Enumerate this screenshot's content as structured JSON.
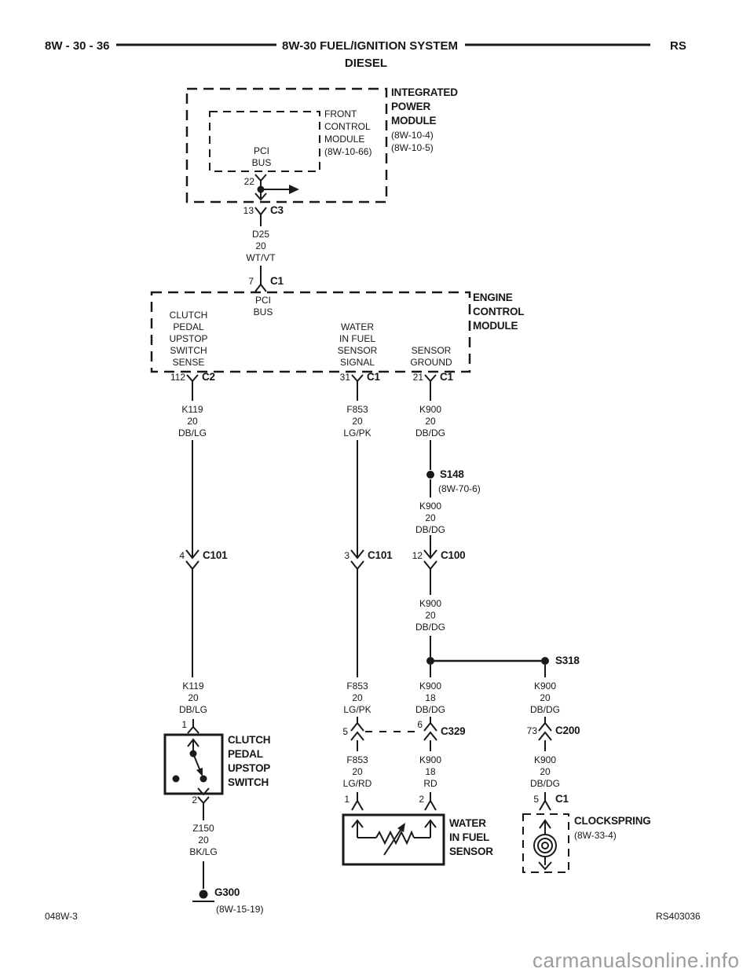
{
  "header": {
    "page_ref": "8W - 30 - 36",
    "title": "8W-30 FUEL/IGNITION SYSTEM",
    "subtitle": "DIESEL",
    "corner": "RS"
  },
  "ipm": {
    "title": [
      "INTEGRATED",
      "POWER",
      "MODULE"
    ],
    "refs": [
      "(8W-10-4)",
      "(8W-10-5)"
    ],
    "fcm": [
      "FRONT",
      "CONTROL",
      "MODULE",
      "(8W-10-66)"
    ],
    "pci_bus": [
      "PCI",
      "BUS"
    ],
    "pin22": "22",
    "pin13": "13",
    "conn_c3": "C3"
  },
  "ecm": {
    "pin7": "7",
    "conn_c1_top": "C1",
    "pci_bus": [
      "PCI",
      "BUS"
    ],
    "title": [
      "ENGINE",
      "CONTROL",
      "MODULE"
    ],
    "clutch_sense": [
      "CLUTCH",
      "PEDAL",
      "UPSTOP",
      "SWITCH",
      "SENSE"
    ],
    "wif_signal": [
      "WATER",
      "IN FUEL",
      "SENSOR",
      "SIGNAL"
    ],
    "sensor_ground": [
      "SENSOR",
      "GROUND"
    ],
    "pin112": "112",
    "conn_c2": "C2",
    "pin31": "31",
    "conn_c1_mid": "C1",
    "pin21": "21",
    "conn_c1_right": "C1"
  },
  "wires": {
    "d25": [
      "D25",
      "20",
      "WT/VT"
    ],
    "k119_a": [
      "K119",
      "20",
      "DB/LG"
    ],
    "k119_b": [
      "K119",
      "20",
      "DB/LG"
    ],
    "f853_a": [
      "F853",
      "20",
      "LG/PK"
    ],
    "f853_b": [
      "F853",
      "20",
      "LG/PK"
    ],
    "f853_c": [
      "F853",
      "20",
      "LG/RD"
    ],
    "k900_a": [
      "K900",
      "20",
      "DB/DG"
    ],
    "k900_b": [
      "K900",
      "20",
      "DB/DG"
    ],
    "k900_c": [
      "K900",
      "20",
      "DB/DG"
    ],
    "k900_d": [
      "K900",
      "18",
      "DB/DG"
    ],
    "k900_e": [
      "K900",
      "18",
      "RD"
    ],
    "k900_f": [
      "K900",
      "20",
      "DB/DG"
    ],
    "k900_g": [
      "K900",
      "20",
      "DB/DG"
    ],
    "z150": [
      "Z150",
      "20",
      "BK/LG"
    ]
  },
  "splices": {
    "s148": "S148",
    "s148_ref": "(8W-70-6)",
    "s318": "S318"
  },
  "inline_connectors": {
    "c101_left_pin": "4",
    "c101_left": "C101",
    "c101_mid_pin": "3",
    "c101_mid": "C101",
    "c100_pin": "12",
    "c100": "C100",
    "c329_pin5": "5",
    "c329_pin6": "6",
    "c329": "C329",
    "c200_pin": "73",
    "c200": "C200"
  },
  "clutch_switch": {
    "pin1": "1",
    "pin2": "2",
    "title": [
      "CLUTCH",
      "PEDAL",
      "UPSTOP",
      "SWITCH"
    ]
  },
  "wif_sensor": {
    "pin1": "1",
    "pin2": "2",
    "title": [
      "WATER",
      "IN FUEL",
      "SENSOR"
    ]
  },
  "clockspring": {
    "pin5": "5",
    "conn_c1": "C1",
    "title": "CLOCKSPRING",
    "ref": "(8W-33-4)"
  },
  "ground": {
    "name": "G300",
    "ref": "(8W-15-19)"
  },
  "footer": {
    "left": "048W-3",
    "right": "RS403036"
  },
  "watermark": "carmanualsonline.info"
}
